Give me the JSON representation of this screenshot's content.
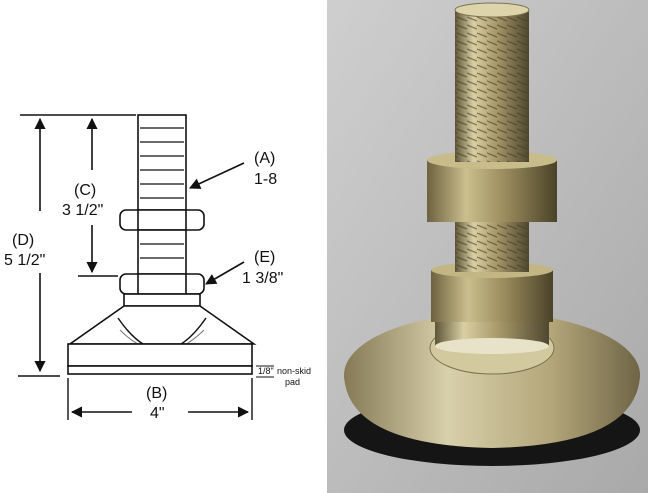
{
  "callouts": {
    "a": {
      "letter": "(A)",
      "value": "1-8"
    },
    "c": {
      "letter": "(C)",
      "value": "3 1/2\""
    },
    "d": {
      "letter": "(D)",
      "value": "5 1/2\""
    },
    "e": {
      "letter": "(E)",
      "value": "1 3/8\""
    },
    "b": {
      "letter": "(B)",
      "value": "4\""
    }
  },
  "pad_note": {
    "thickness": "1/8\"",
    "line1": "non-skid",
    "line2": "pad"
  },
  "colors": {
    "line": "#111111",
    "photo_bg": "#bdbdbd",
    "metal": "#b8a878",
    "metal_dark": "#6f6442",
    "pad": "#1a1a1a"
  }
}
